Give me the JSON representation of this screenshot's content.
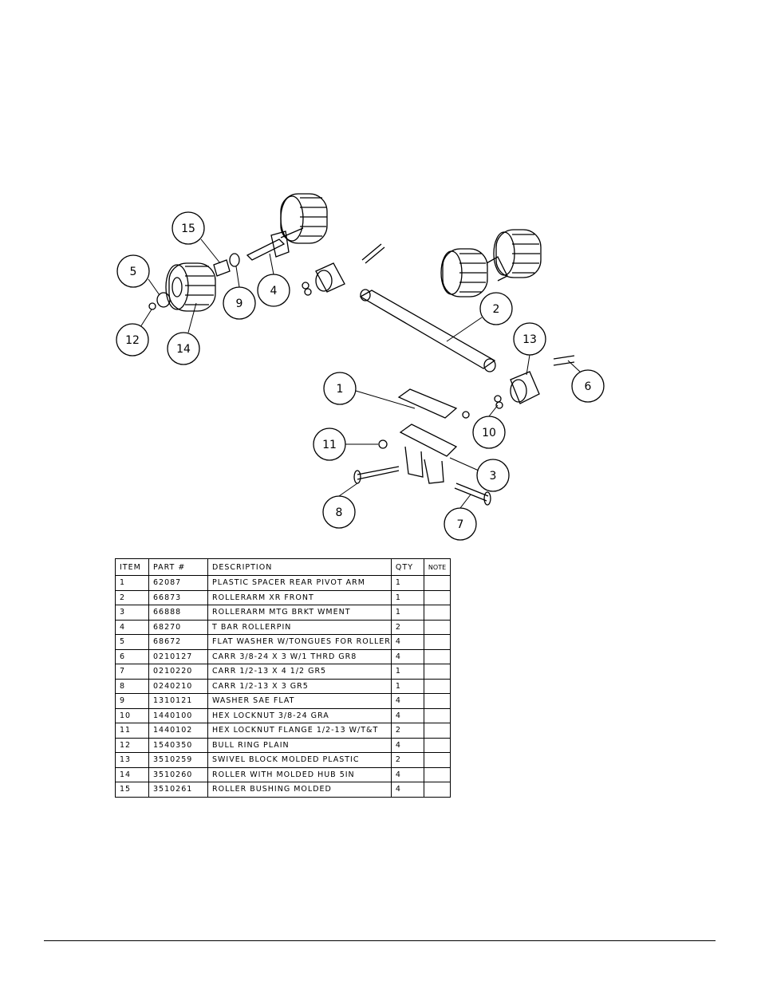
{
  "callouts": [
    "15",
    "5",
    "9",
    "4",
    "12",
    "14",
    "2",
    "13",
    "6",
    "1",
    "10",
    "11",
    "3",
    "8",
    "7"
  ],
  "parts_table": {
    "headers": {
      "item": "ITEM",
      "part": "PART #",
      "description": "DESCRIPTION",
      "qty": "QTY",
      "note": "NOTE"
    },
    "rows": [
      {
        "item": "1",
        "part": "62087",
        "description": "PLASTIC SPACER REAR PIVOT ARM",
        "qty": "1",
        "note": ""
      },
      {
        "item": "2",
        "part": "66873",
        "description": "ROLLERARM XR FRONT",
        "qty": "1",
        "note": ""
      },
      {
        "item": "3",
        "part": "66888",
        "description": "ROLLERARM MTG BRKT WMENT",
        "qty": "1",
        "note": ""
      },
      {
        "item": "4",
        "part": "68270",
        "description": "T BAR ROLLERPIN",
        "qty": "2",
        "note": ""
      },
      {
        "item": "5",
        "part": "68672",
        "description": "FLAT WASHER W/TONGUES FOR ROLLER",
        "qty": "4",
        "note": ""
      },
      {
        "item": "6",
        "part": "0210127",
        "description": "CARR 3/8-24 X 3 W/1 THRD GR8",
        "qty": "4",
        "note": ""
      },
      {
        "item": "7",
        "part": "0210220",
        "description": "CARR 1/2-13 X 4 1/2 GR5",
        "qty": "1",
        "note": ""
      },
      {
        "item": "8",
        "part": "0240210",
        "description": "CARR 1/2-13 X 3 GR5",
        "qty": "1",
        "note": ""
      },
      {
        "item": "9",
        "part": "1310121",
        "description": "WASHER SAE FLAT",
        "qty": "4",
        "note": ""
      },
      {
        "item": "10",
        "part": "1440100",
        "description": "HEX LOCKNUT 3/8-24 GRA",
        "qty": "4",
        "note": ""
      },
      {
        "item": "11",
        "part": "1440102",
        "description": "HEX LOCKNUT FLANGE 1/2-13 W/T&T",
        "qty": "2",
        "note": ""
      },
      {
        "item": "12",
        "part": "1540350",
        "description": "BULL RING PLAIN",
        "qty": "4",
        "note": ""
      },
      {
        "item": "13",
        "part": "3510259",
        "description": "SWIVEL BLOCK MOLDED PLASTIC",
        "qty": "2",
        "note": ""
      },
      {
        "item": "14",
        "part": "3510260",
        "description": "ROLLER WITH MOLDED HUB  5IN",
        "qty": "4",
        "note": ""
      },
      {
        "item": "15",
        "part": "3510261",
        "description": "ROLLER BUSHING MOLDED",
        "qty": "4",
        "note": ""
      }
    ]
  }
}
